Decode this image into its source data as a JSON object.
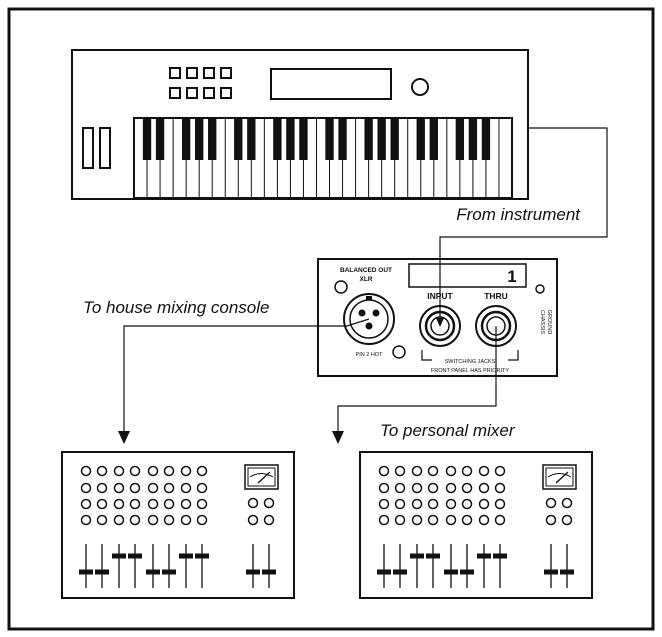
{
  "labels": {
    "from_instrument": "From instrument",
    "to_house": "To house mixing console",
    "to_personal": "To personal mixer"
  },
  "di_box": {
    "balanced_out": "BALANCED OUT",
    "xlr": "XLR",
    "pin_note": "PIN 2 HOT",
    "input": "INPUT",
    "thru": "THRU",
    "switching_jacks": "SWITCHING JACKS",
    "front_panel_note": "FRONT PANEL HAS PRIORITY",
    "chassis": "CHASSIS",
    "ground": "GROUND",
    "display_value": "1"
  }
}
